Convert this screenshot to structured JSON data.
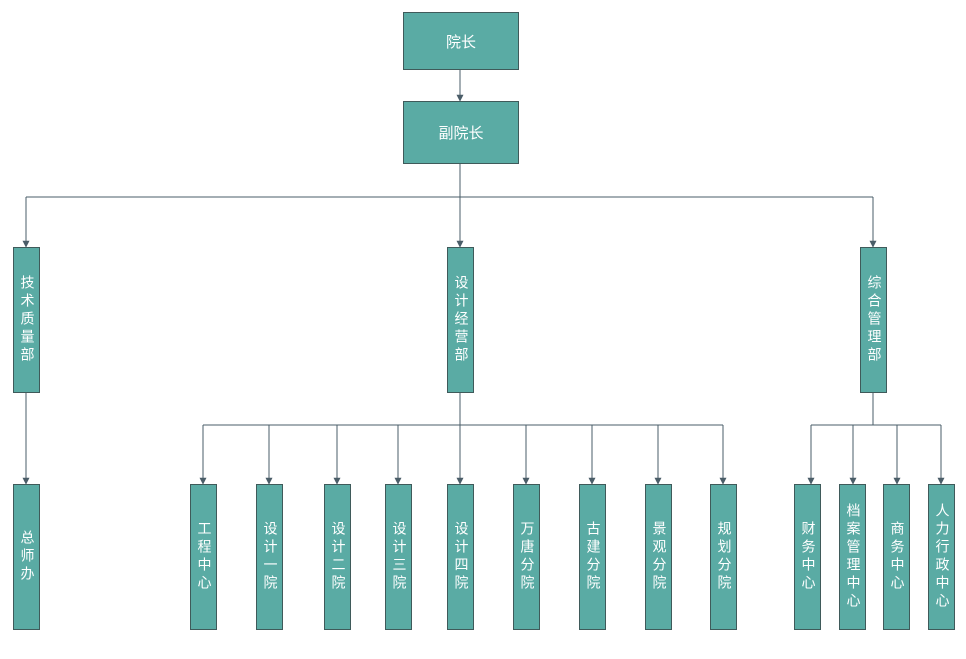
{
  "diagram": {
    "line_color": "#4a5d68",
    "node_color": "#5aaba4",
    "root": "院长",
    "vice": "副院长",
    "departments": [
      {
        "label": "技术质量部",
        "children": [
          "总师办"
        ]
      },
      {
        "label": "设计经营部",
        "children": [
          "工程中心",
          "设计一院",
          "设计二院",
          "设计三院",
          "设计四院",
          "万唐分院",
          "古建分院",
          "景观分院",
          "规划分院"
        ]
      },
      {
        "label": "综合管理部",
        "children": [
          "财务中心",
          "档案管理中心",
          "商务中心",
          "人力行政中心"
        ]
      }
    ]
  }
}
